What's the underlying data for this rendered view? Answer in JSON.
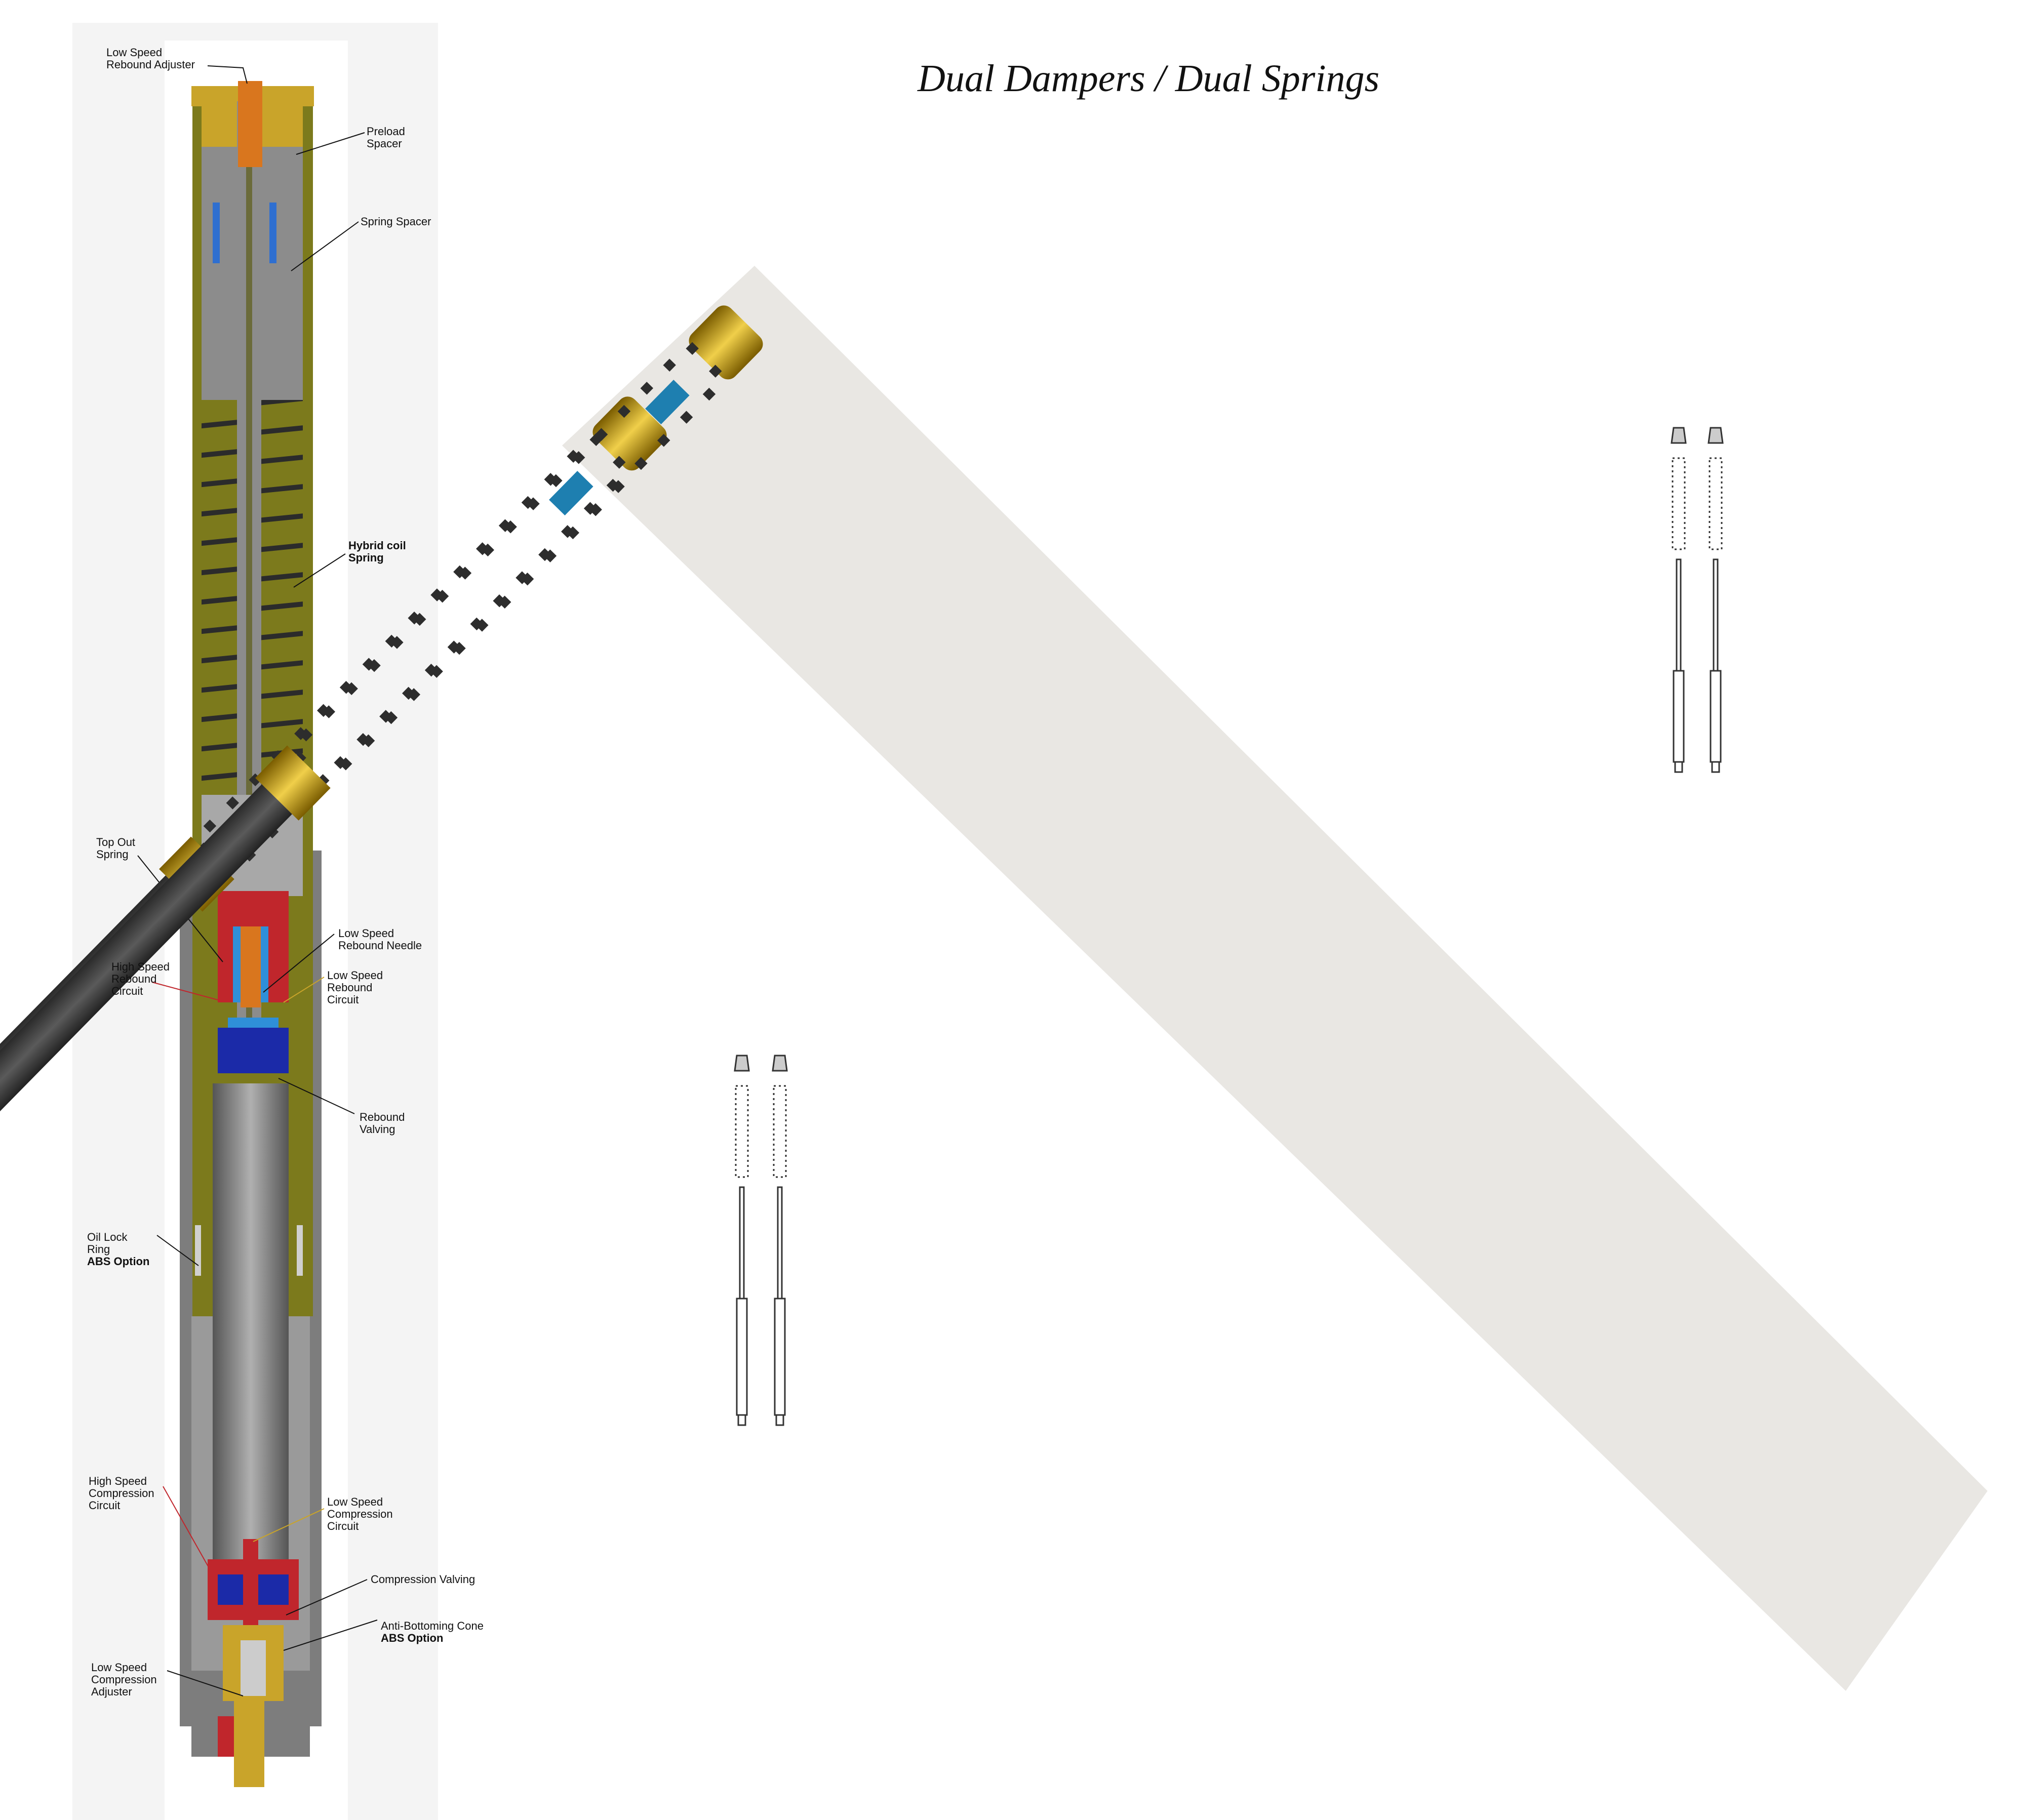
{
  "title": "Dual Dampers / Dual Springs",
  "callouts": {
    "low_speed_rebound_adjuster": "Low Speed\nRebound Adjuster",
    "preload_spacer": "Preload\nSpacer",
    "spring_spacer": "Spring Spacer",
    "hybrid_coil_spring": "Hybrid coil\nSpring",
    "top_out_spring": "Top Out\nSpring",
    "low_speed_rebound_needle": "Low Speed\nRebound Needle",
    "high_speed_rebound_circuit": "High Speed\nRebound\nCircuit",
    "low_speed_rebound_circuit": "Low Speed\nRebound\nCircuit",
    "rebound_valving": "Rebound\nValving",
    "oil_lock_ring": "Oil Lock\nRing",
    "oil_lock_ring_note": "ABS Option",
    "high_speed_compression_circuit": "High Speed\nCompression\nCircuit",
    "low_speed_compression_circuit": "Low Speed\nCompression\nCircuit",
    "compression_valving": "Compression Valving",
    "anti_bottoming_cone": "Anti-Bottoming Cone",
    "anti_bottoming_cone_note": "ABS Option",
    "low_speed_compression_adjuster": "Low Speed\nCompression\nAdjuster"
  },
  "colors": {
    "fork_tube_olive": "#7c7a1c",
    "outer_tube_gray": "#8a8a8a",
    "inner_tube_dark": "#6e6e6e",
    "adjuster_orange": "#d9761e",
    "rebound_blue": "#2f8fd8",
    "valving_navy": "#1b2aa8",
    "circuit_red": "#c0262c",
    "cap_gold": "#c9a42a",
    "cartridge_black": "#3a3a3a"
  }
}
